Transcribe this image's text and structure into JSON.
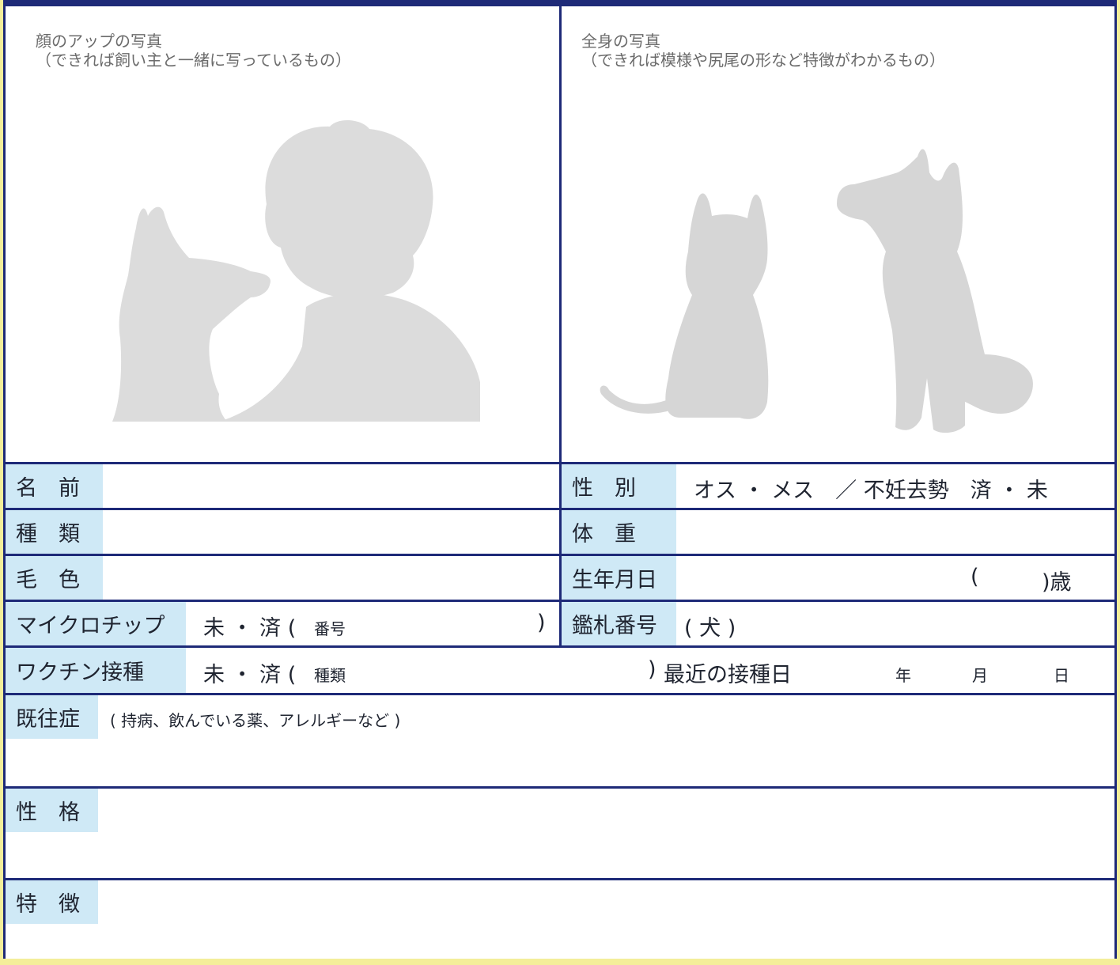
{
  "photos": {
    "left_caption_1": "顔のアップの写真",
    "left_caption_2": "（できれば飼い主と一緒に写っているもの）",
    "right_caption_1": "全身の写真",
    "right_caption_2": "（できれば模様や尻尾の形など特徴がわかるもの）"
  },
  "fields": {
    "name_label": "名　前",
    "sex_label": "性　別",
    "sex_options": "オス ・ メス　／ 不妊去勢　済 ・ 未",
    "breed_label": "種　類",
    "weight_label": "体　重",
    "color_label": "毛　色",
    "birthday_label": "生年月日",
    "age_open": "(",
    "age_close": ")歳",
    "microchip_label": "マイクロチップ",
    "microchip_options": "未 ・ 済 (",
    "microchip_number": "番号",
    "microchip_close": ")",
    "license_label": "鑑札番号",
    "license_value": "( 犬 )",
    "vaccine_label": "ワクチン接種",
    "vaccine_options": "未 ・ 済 (",
    "vaccine_type": "種類",
    "vaccine_close": ")",
    "vaccine_date_label": "最近の接種日",
    "year": "年",
    "month": "月",
    "day": "日",
    "history_label": "既往症",
    "history_hint": "( 持病、飲んでいる薬、アレルギーなど )",
    "personality_label": "性　格",
    "features_label": "特　徴"
  },
  "colors": {
    "border": "#1e2a78",
    "label_bg": "#cfe9f6",
    "silhouette": "#dcdcdc"
  }
}
